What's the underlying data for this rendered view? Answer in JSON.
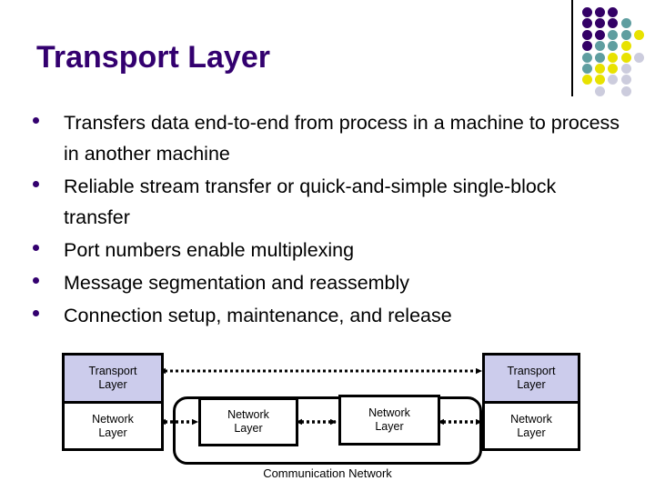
{
  "slide": {
    "title": "Transport Layer",
    "title_color": "#33006f",
    "bullet_color": "#33006f"
  },
  "logo": {
    "name": "decorative-dot-grid",
    "rule_color": "#000000",
    "colors": {
      "purple": "#330066",
      "teal": "#5f9ea0",
      "yellow": "#e8e200",
      "lavender": "#ccccdd"
    },
    "dots": [
      {
        "col": 0,
        "row": 0,
        "color": "#330066"
      },
      {
        "col": 1,
        "row": 0,
        "color": "#330066"
      },
      {
        "col": 2,
        "row": 0,
        "color": "#330066"
      },
      {
        "col": 0,
        "row": 1,
        "color": "#330066"
      },
      {
        "col": 1,
        "row": 1,
        "color": "#330066"
      },
      {
        "col": 2,
        "row": 1,
        "color": "#330066"
      },
      {
        "col": 3,
        "row": 1,
        "color": "#5f9ea0"
      },
      {
        "col": 0,
        "row": 2,
        "color": "#330066"
      },
      {
        "col": 1,
        "row": 2,
        "color": "#330066"
      },
      {
        "col": 2,
        "row": 2,
        "color": "#5f9ea0"
      },
      {
        "col": 3,
        "row": 2,
        "color": "#5f9ea0"
      },
      {
        "col": 4,
        "row": 2,
        "color": "#e8e200"
      },
      {
        "col": 0,
        "row": 3,
        "color": "#330066"
      },
      {
        "col": 1,
        "row": 3,
        "color": "#5f9ea0"
      },
      {
        "col": 2,
        "row": 3,
        "color": "#5f9ea0"
      },
      {
        "col": 3,
        "row": 3,
        "color": "#e8e200"
      },
      {
        "col": 0,
        "row": 4,
        "color": "#5f9ea0"
      },
      {
        "col": 1,
        "row": 4,
        "color": "#5f9ea0"
      },
      {
        "col": 2,
        "row": 4,
        "color": "#e8e200"
      },
      {
        "col": 3,
        "row": 4,
        "color": "#e8e200"
      },
      {
        "col": 4,
        "row": 4,
        "color": "#ccccdd"
      },
      {
        "col": 0,
        "row": 5,
        "color": "#5f9ea0"
      },
      {
        "col": 1,
        "row": 5,
        "color": "#e8e200"
      },
      {
        "col": 2,
        "row": 5,
        "color": "#e8e200"
      },
      {
        "col": 3,
        "row": 5,
        "color": "#ccccdd"
      },
      {
        "col": 0,
        "row": 6,
        "color": "#e8e200"
      },
      {
        "col": 1,
        "row": 6,
        "color": "#e8e200"
      },
      {
        "col": 2,
        "row": 6,
        "color": "#ccccdd"
      },
      {
        "col": 3,
        "row": 6,
        "color": "#ccccdd"
      },
      {
        "col": 1,
        "row": 7,
        "color": "#ccccdd"
      },
      {
        "col": 3,
        "row": 7,
        "color": "#ccccdd"
      }
    ]
  },
  "bullets": [
    {
      "text": "Transfers data end-to-end from process in a machine to process in another machine"
    },
    {
      "text": "Reliable stream transfer or quick-and-simple single-block transfer"
    },
    {
      "text": "Port numbers enable multiplexing"
    },
    {
      "text": "Message segmentation and reassembly"
    },
    {
      "text": "Connection setup, maintenance, and release"
    }
  ],
  "diagram": {
    "transport_fill": "#ccccec",
    "left_stack": {
      "transport_label": "Transport\nLayer",
      "network_label": "Network\nLayer"
    },
    "right_stack": {
      "transport_label": "Transport\nLayer",
      "network_label": "Network\nLayer"
    },
    "inner_nodes": [
      {
        "label": "Network\nLayer"
      },
      {
        "label": "Network\nLayer"
      }
    ],
    "container_label": "Communication Network",
    "connectors": [
      {
        "name": "transport-to-transport",
        "style": "dotted",
        "arrows": "both"
      },
      {
        "name": "left-network-to-inner-1",
        "style": "dotted",
        "arrows": "both"
      },
      {
        "name": "inner-1-to-inner-2",
        "style": "dotted",
        "arrows": "both"
      },
      {
        "name": "inner-2-to-right-network",
        "style": "dotted",
        "arrows": "both"
      }
    ]
  }
}
